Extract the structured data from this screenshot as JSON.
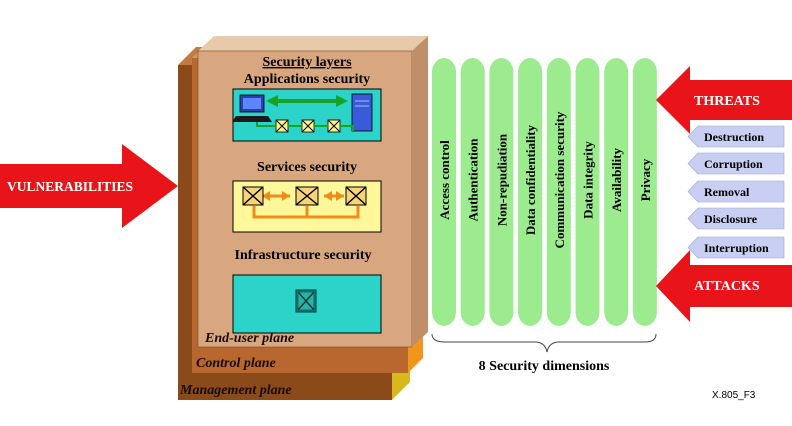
{
  "layers": {
    "title": "Security layers",
    "applications": "Applications security",
    "services": "Services security",
    "infrastructure": "Infrastructure security"
  },
  "planes": {
    "end_user": "End-user plane",
    "control": "Control plane",
    "management": "Management plane"
  },
  "vulnerabilities": "VULNERABILITIES",
  "dimensions": [
    "Access control",
    "Authentication",
    "Non-repudiation",
    "Data confidentiality",
    "Communication security",
    "Data integrity",
    "Availability",
    "Privacy"
  ],
  "dimensions_caption": "8 Security dimensions",
  "threats": {
    "label": "THREATS",
    "items": [
      "Destruction",
      "Corruption",
      "Removal",
      "Disclosure",
      "Interruption"
    ]
  },
  "attacks": "ATTACKS",
  "figure_id": "X.805_F3",
  "colors": {
    "layer_box": "#D8A77F",
    "control_plane": "#B8682F",
    "management_plane": "#8A4A1A",
    "dimension_fill": "#9DEB8F",
    "arrow_red": "#E8141A",
    "threat_item": "#C9CFF2",
    "apps_box": "#2BD3C8",
    "services_box": "#FFF79A",
    "infra_box": "#2BD3C8"
  }
}
